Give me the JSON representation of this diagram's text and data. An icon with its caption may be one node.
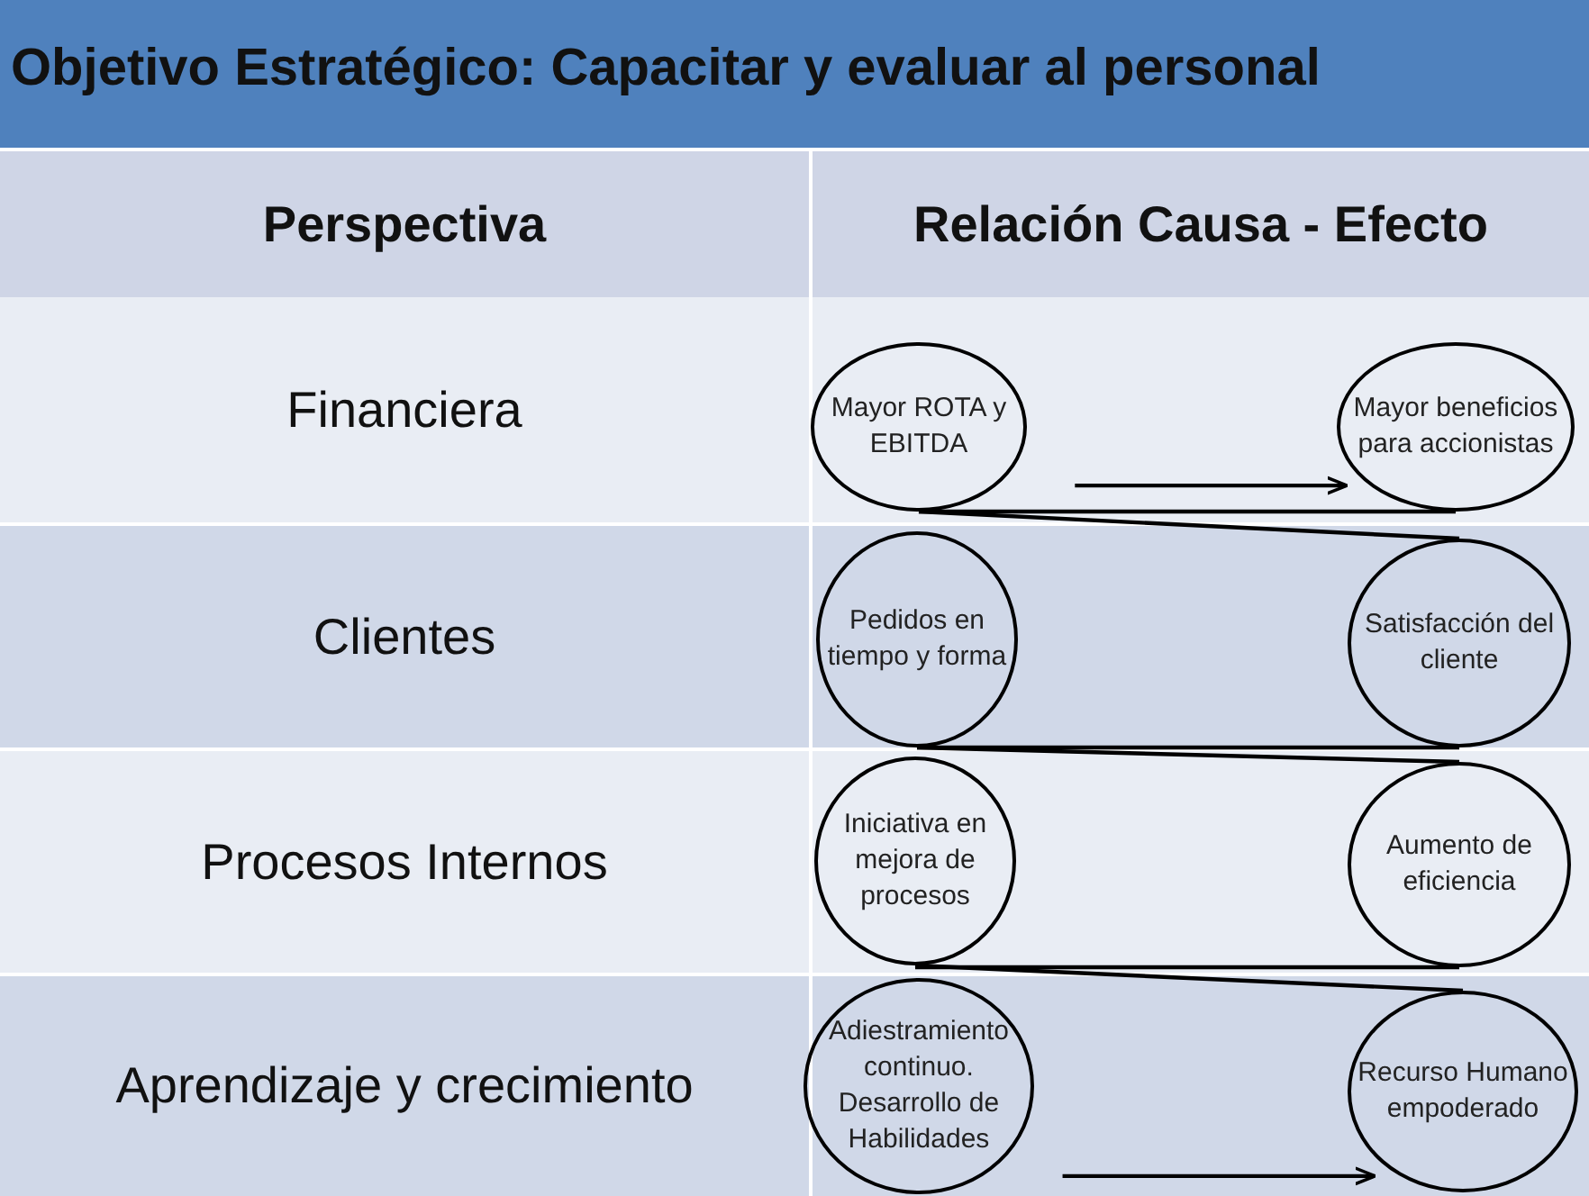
{
  "diagram": {
    "title": "Objetivo Estratégico: Capacitar y evaluar al personal",
    "nodes": [
      {
        "text": [
          "Mayor ROTA y EBITDA"
        ]
      },
      {
        "text": [
          "Mayor beneficios para accionistas"
        ]
      },
      {
        "text": [
          "Pedidos en tiempo y forma"
        ]
      },
      {
        "text": [
          "Satisfacción del cliente"
        ]
      },
      {
        "text": [
          "Iniciativa en mejora de procesos"
        ]
      },
      {
        "text": [
          "Aumento de eficiencia"
        ]
      },
      {
        "text": [
          "Adiestramiento continuo. Desarrollo de Habilidades"
        ]
      },
      {
        "text": [
          "Recurso Humano empoderado"
        ]
      }
    ],
    "edges": [
      {
        "from": 0,
        "to": 1,
        "arrow": "to"
      },
      {
        "from": 0,
        "to": 1,
        "arrow": "none"
      },
      {
        "from": 0,
        "to": 3,
        "arrow": "none"
      },
      {
        "from": 2,
        "to": 3,
        "arrow": "none"
      },
      {
        "from": 2,
        "to": 5,
        "arrow": "none"
      },
      {
        "from": 4,
        "to": 5,
        "arrow": "none"
      },
      {
        "from": 4,
        "to": 7,
        "arrow": "none"
      },
      {
        "from": 6,
        "to": 7,
        "arrow": "to"
      }
    ],
    "labels": [
      "Perspectiva",
      "Relación Causa - Efecto",
      "Financiera",
      "Clientes",
      "Procesos Internos",
      "Aprendizaje y crecimiento"
    ]
  }
}
